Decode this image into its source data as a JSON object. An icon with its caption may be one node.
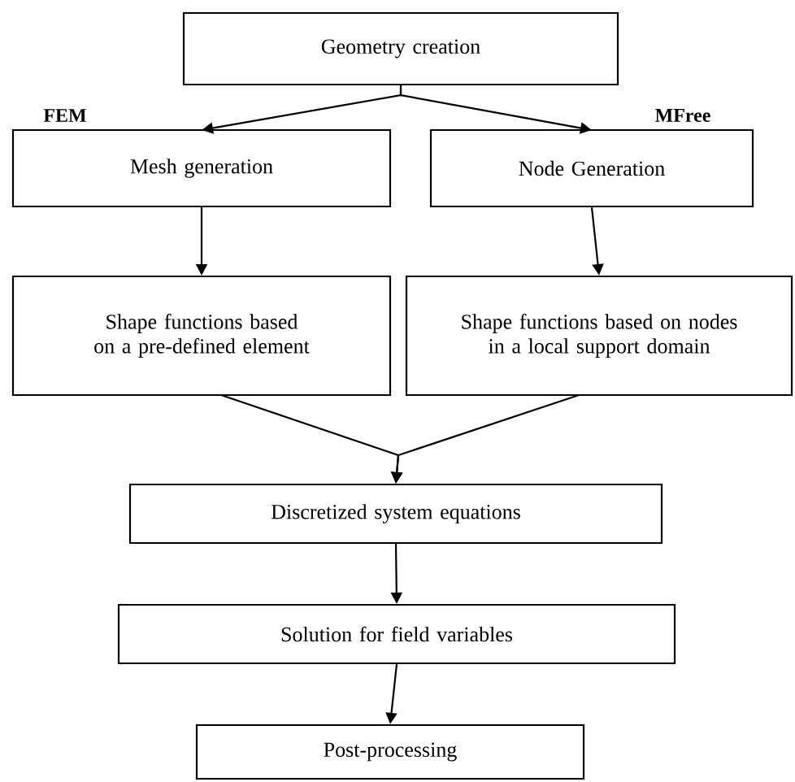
{
  "diagram": {
    "nodes": [
      {
        "text": [
          "Geometry creation"
        ]
      },
      {
        "text": [
          "Mesh generation"
        ]
      },
      {
        "text": [
          "Node Generation"
        ]
      },
      {
        "text": [
          "Shape functions based on a pre-defined element"
        ]
      },
      {
        "text": [
          "Shape functions based on nodes in a local support domain"
        ]
      },
      {
        "text": [
          "Discretized system equations"
        ]
      },
      {
        "text": [
          "Solution for field variables"
        ]
      },
      {
        "text": [
          "Post-processing"
        ]
      }
    ],
    "edges": [
      {
        "from": 0,
        "to": 1,
        "arrow": "to"
      },
      {
        "from": 0,
        "to": 2,
        "arrow": "to"
      },
      {
        "from": 1,
        "to": 3,
        "arrow": "to"
      },
      {
        "from": 2,
        "to": 4,
        "arrow": "to"
      },
      {
        "from": 3,
        "to": 5,
        "arrow": "to"
      },
      {
        "from": 4,
        "to": 5,
        "arrow": "to"
      },
      {
        "from": 5,
        "to": 6,
        "arrow": "to"
      },
      {
        "from": 6,
        "to": 7,
        "arrow": "to"
      }
    ],
    "labels": [
      "FEM",
      "MFree"
    ]
  }
}
